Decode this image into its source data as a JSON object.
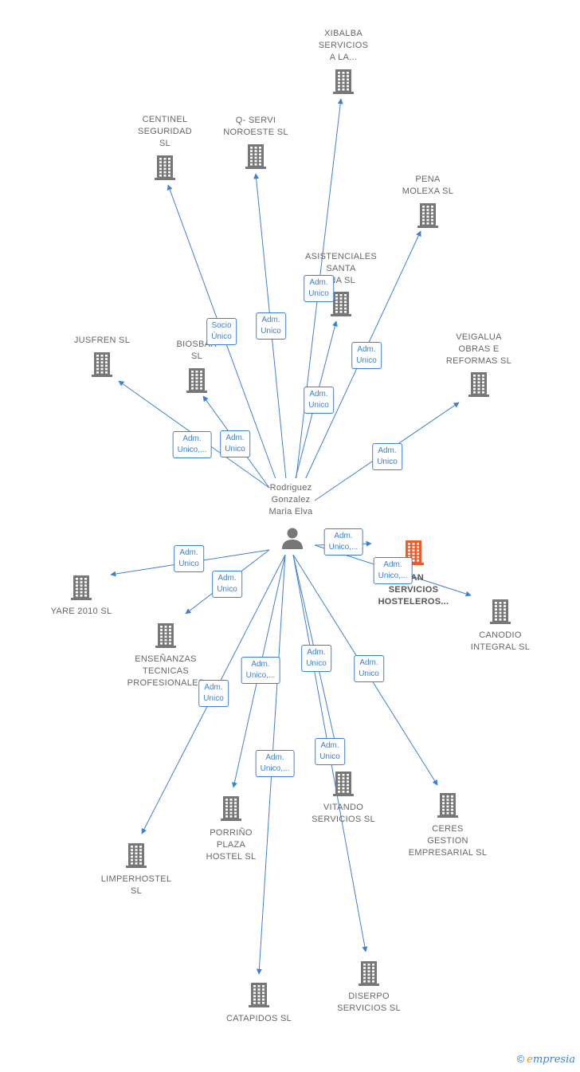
{
  "center": {
    "label": "Rodriguez\nGonzalez\nMaria Elva"
  },
  "colors": {
    "edge": "#3d7fd6",
    "building": "#777777",
    "highlight": "#f05a28"
  },
  "nodes": [
    {
      "id": "xibalba",
      "label": "XIBALBA\nSERVICIOS\nA LA..."
    },
    {
      "id": "centinel",
      "label": "CENTINEL\nSEGURIDAD\nSL"
    },
    {
      "id": "qservi",
      "label": "Q- SERVI\nNOROESTE SL"
    },
    {
      "id": "pena",
      "label": "PENA\nMOLEXA  SL"
    },
    {
      "id": "asistenciales",
      "label": "ASISTENCIALES\nSANTA\n     INA SL"
    },
    {
      "id": "jusfren",
      "label": "JUSFREN  SL"
    },
    {
      "id": "biosbardos",
      "label": "BIOSBAR\n         SL"
    },
    {
      "id": "veigalua",
      "label": "VEIGALUA\nOBRAS E\nREFORMAS SL"
    },
    {
      "id": "main",
      "label": "      MAN\nSERVICIOS\nHOSTELEROS..."
    },
    {
      "id": "yare",
      "label": "YARE 2010 SL"
    },
    {
      "id": "canodio",
      "label": "CANODIO\nINTEGRAL SL"
    },
    {
      "id": "ensenanzas",
      "label": "ENSEÑANZAS\nTECNICAS\nPROFESIONALES"
    },
    {
      "id": "vitando",
      "label": "VITANDO\nSERVICIOS SL"
    },
    {
      "id": "ceres",
      "label": "CERES\nGESTION\nEMPRESARIAL SL"
    },
    {
      "id": "porrino",
      "label": "PORRIÑO\nPLAZA\nHOSTEL  SL"
    },
    {
      "id": "limperhostel",
      "label": "LIMPERHOSTEL\nSL"
    },
    {
      "id": "disperso",
      "label": "DISERPO\nSERVICIOS SL"
    },
    {
      "id": "catapidos",
      "label": "CATAPIDOS  SL"
    }
  ],
  "edges": [
    {
      "to": "xibalba",
      "label": "Adm.\nUnico"
    },
    {
      "to": "centinel",
      "label": "Socio\nÚnico"
    },
    {
      "to": "qservi",
      "label": "Adm.\nUnico"
    },
    {
      "to": "pena",
      "label": "Adm.\nUnico"
    },
    {
      "to": "asistenciales",
      "label": "Adm.\nUnico"
    },
    {
      "to": "jusfren",
      "label": "Adm.\nUnico,..."
    },
    {
      "to": "biosbardos",
      "label": "Adm.\nUnico"
    },
    {
      "to": "veigalua",
      "label": "Adm.\nUnico"
    },
    {
      "to": "main",
      "label": "Adm.\nUnico,..."
    },
    {
      "to": "canodio",
      "label": "Adm.\nUnico,..."
    },
    {
      "to": "yare",
      "label": "Adm.\nUnico"
    },
    {
      "to": "ensenanzas",
      "label": "Adm.\nUnico"
    },
    {
      "to": "vitando",
      "label": "Adm.\nUnico"
    },
    {
      "to": "ceres",
      "label": "Adm.\nUnico"
    },
    {
      "to": "porrino",
      "label": "Adm.\nUnico,..."
    },
    {
      "to": "limperhostel",
      "label": "Adm.\nUnico"
    },
    {
      "to": "disperso",
      "label": "Adm.\nUnico"
    },
    {
      "to": "catapidos",
      "label": "Adm.\nUnico,..."
    }
  ],
  "brand": {
    "copyright": "©",
    "e": "e",
    "rest": "mpresia"
  }
}
